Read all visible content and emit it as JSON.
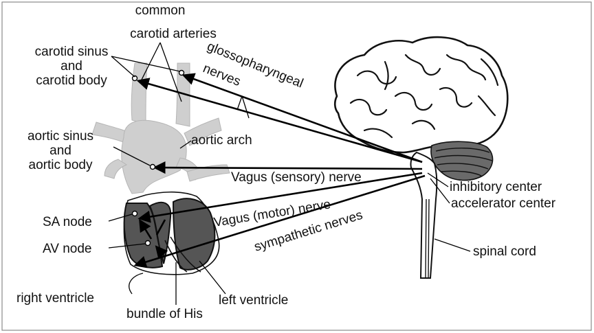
{
  "labels": {
    "common_carotid_1": "common",
    "common_carotid_2": "carotid arteries",
    "carotid_sinus_1": "carotid sinus",
    "carotid_sinus_2": "and",
    "carotid_sinus_3": "carotid body",
    "glossopharyngeal": "glossopharyngeal",
    "nerves": "nerves",
    "aortic_sinus_1": "aortic sinus",
    "aortic_sinus_2": "and",
    "aortic_sinus_3": "aortic body",
    "aortic_arch": "aortic arch",
    "vagus_sensory": "Vagus (sensory) nerve",
    "vagus_motor": "Vagus (motor) nerve",
    "sympathetic": "sympathetic nerves",
    "inhibitory_center": "inhibitory center",
    "accelerator_center": "accelerator center",
    "spinal_cord": "spinal cord",
    "sa_node": "SA node",
    "av_node": "AV node",
    "right_ventricle": "right ventricle",
    "bundle_of_his": "bundle of His",
    "left_ventricle": "left ventricle"
  }
}
